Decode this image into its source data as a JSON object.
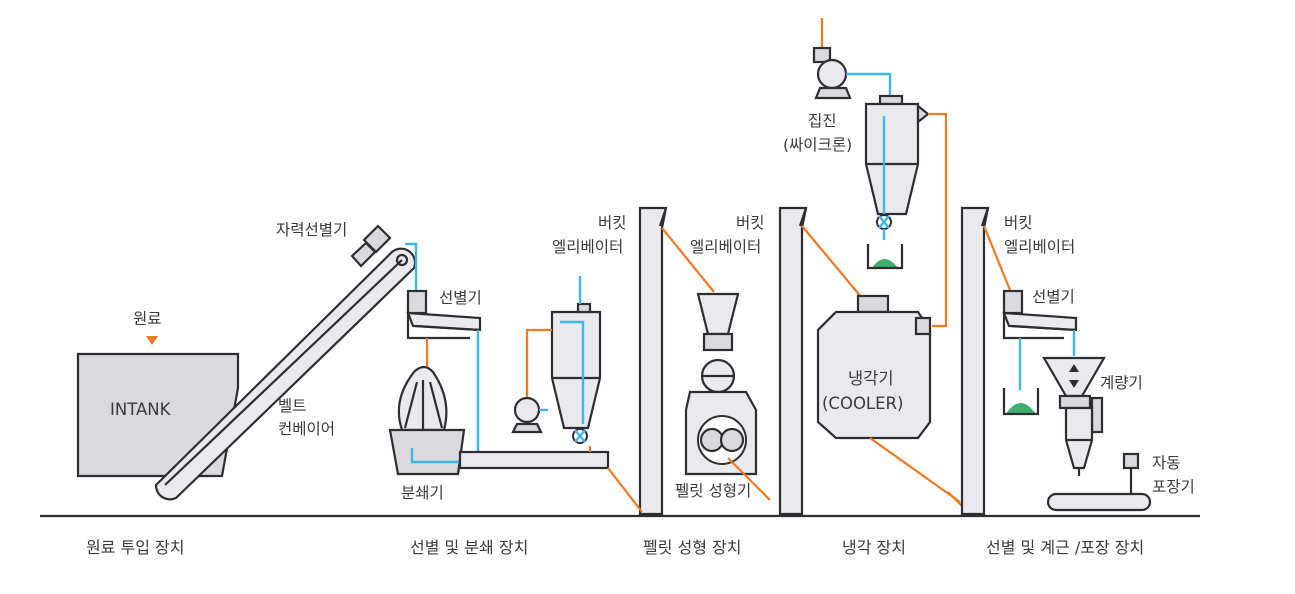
{
  "labels": {
    "raw_material": "원료",
    "intank": "INTANK",
    "magnetic_separator": "자력선별기",
    "belt_conveyor_1": "벨트",
    "belt_conveyor_2": "컨베이어",
    "sorter_1": "선별기",
    "crusher": "분쇄기",
    "bucket_elevator_1_line1": "버킷",
    "bucket_elevator_1_line2": "엘리베이터",
    "bucket_elevator_2_line1": "버킷",
    "bucket_elevator_2_line2": "엘리베이터",
    "pellet_forming_machine": "펠릿 성형기",
    "dust_collector_line1": "집진",
    "dust_collector_line2": "(싸이크론)",
    "cooler_line1": "냉각기",
    "cooler_line2": "(COOLER)",
    "bucket_elevator_3_line1": "버킷",
    "bucket_elevator_3_line2": "엘리베이터",
    "sorter_2": "선별기",
    "weigher": "계량기",
    "auto_packer_line1": "자동",
    "auto_packer_line2": "포장기"
  },
  "stages": [
    "원료 투입 장치",
    "선별 및 분쇄 장치",
    "펠릿 성형 장치",
    "냉각 장치",
    "선별 및 계근 /포장 장치"
  ],
  "colors": {
    "equipment_fill": "#d9d9de",
    "outline": "#2d2d32",
    "pneumatic_line": "#3fb6e6",
    "material_line": "#f07a22",
    "product_pile": "#3fae6a",
    "arrow": "#f07a22"
  },
  "icons": [
    "down-arrow-icon",
    "fan-icon",
    "valve-icon",
    "product-pile-icon"
  ]
}
